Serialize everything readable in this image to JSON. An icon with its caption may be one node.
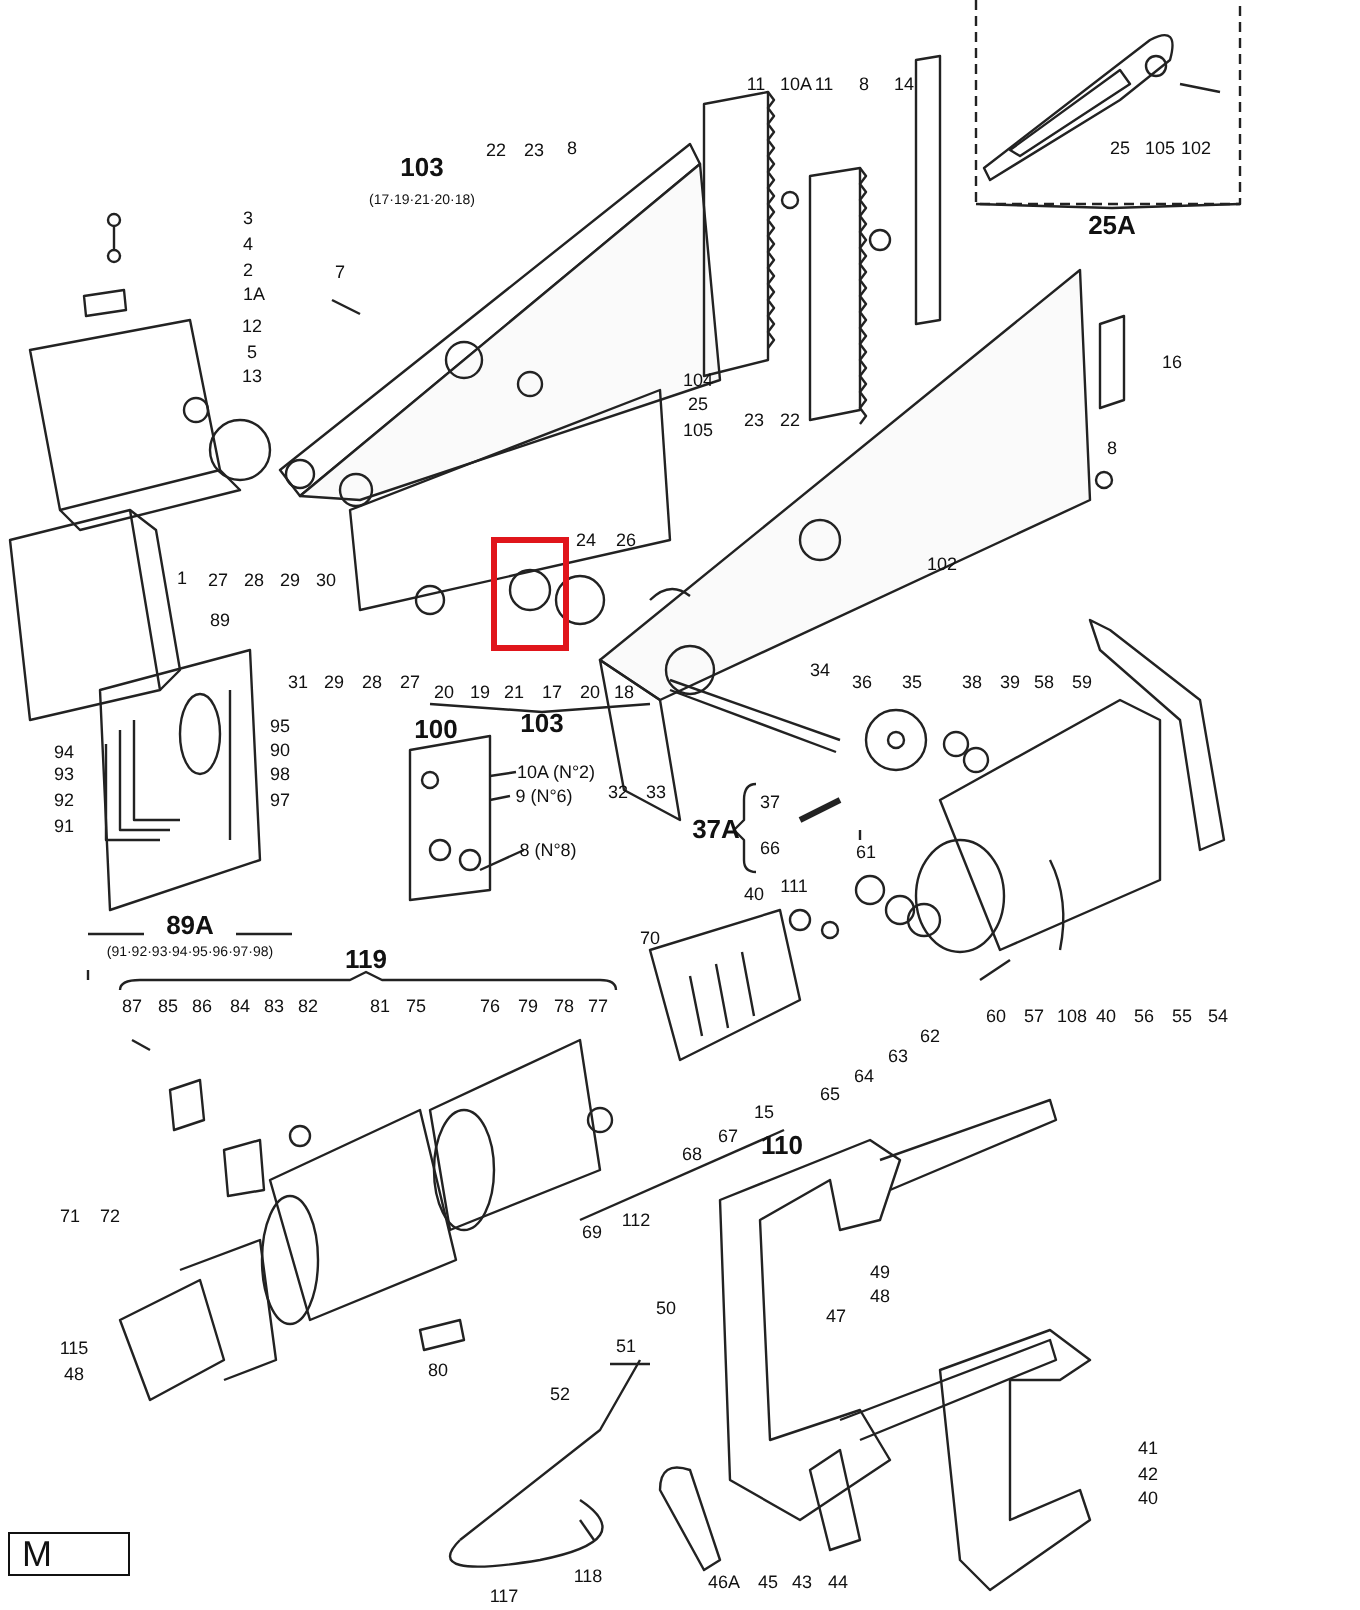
{
  "diagram": {
    "labels": [
      "11",
      "10A",
      "11",
      "8",
      "14",
      "25",
      "105",
      "102",
      "25A",
      "103",
      "(17·19·21·20·18)",
      "22",
      "23",
      "8",
      "3",
      "4",
      "2",
      "1A",
      "12",
      "5",
      "13",
      "7",
      "16",
      "104",
      "25",
      "105",
      "23",
      "22",
      "8",
      "24",
      "26",
      "1",
      "27",
      "28",
      "29",
      "30",
      "102",
      "89",
      "31",
      "29",
      "28",
      "27",
      "20",
      "19",
      "21",
      "17",
      "20",
      "18",
      "103",
      "34",
      "36",
      "35",
      "38",
      "39",
      "58",
      "59",
      "95",
      "94",
      "90",
      "93",
      "98",
      "92",
      "97",
      "91",
      "100",
      "10A (N°2)",
      "9 (N°6)",
      "8 (N°8)",
      "32",
      "33",
      "37A",
      "37",
      "66",
      "61",
      "89A",
      "(91·92·93·94·95·96·97·98)",
      "40",
      "111",
      "70",
      "119",
      "87",
      "85",
      "86",
      "84",
      "83",
      "82",
      "81",
      "75",
      "76",
      "79",
      "78",
      "77",
      "60",
      "57",
      "108",
      "40",
      "56",
      "55",
      "54",
      "62",
      "63",
      "64",
      "65",
      "15",
      "67",
      "68",
      "110",
      "71",
      "72",
      "69",
      "112",
      "115",
      "48",
      "80",
      "50",
      "51",
      "52",
      "117",
      "118",
      "49",
      "48",
      "47",
      "41",
      "42",
      "40",
      "46A",
      "45",
      "43",
      "44",
      "M"
    ]
  }
}
